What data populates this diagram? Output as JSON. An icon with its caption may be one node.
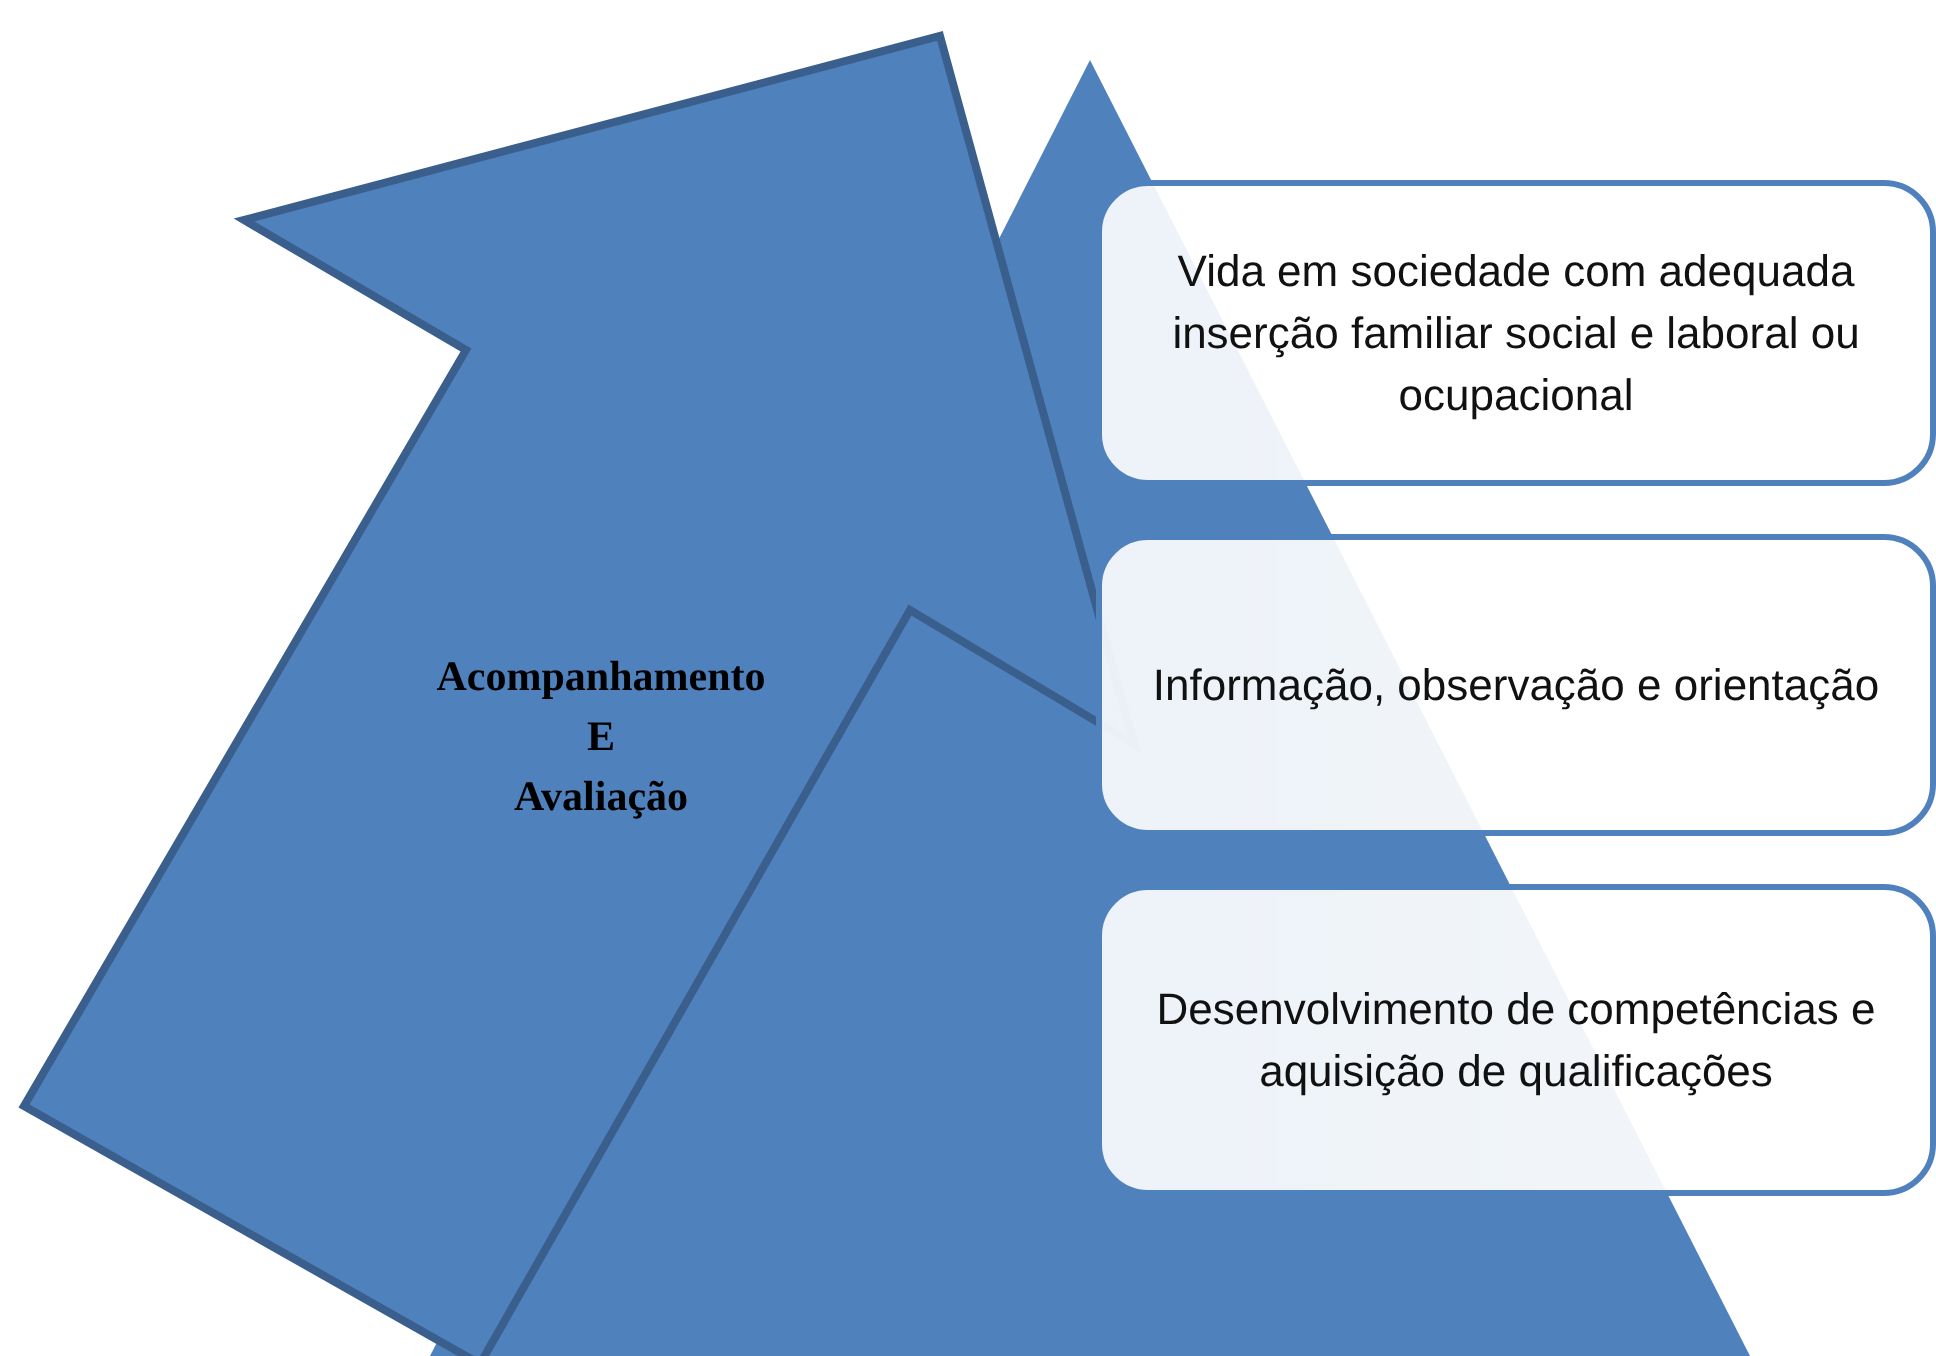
{
  "diagram": {
    "nodes": [
      {
        "text": [],
        "shape": "triangle"
      },
      {
        "text": [
          "Acompanhamento E Avaliação"
        ]
      },
      {
        "text": [
          "Vida em sociedade com adequada inserção familiar social e laboral ou ocupacional"
        ]
      },
      {
        "text": [
          "Informação, observação e orientação"
        ]
      },
      {
        "text": [
          "Desenvolvimento de competências e aquisição de qualificações"
        ]
      }
    ]
  }
}
